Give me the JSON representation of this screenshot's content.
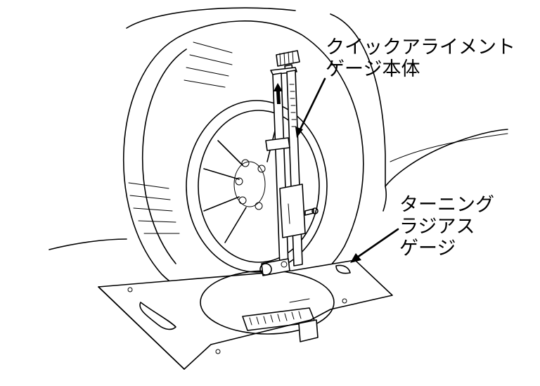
{
  "labels": {
    "quick_alignment_gauge": [
      "クイックアライメント",
      "ゲージ本体"
    ],
    "turning_radius_gauge": [
      "ターニング",
      "ラジアス",
      "ゲージ"
    ]
  },
  "colors": {
    "line": "#000000",
    "background": "#ffffff"
  }
}
